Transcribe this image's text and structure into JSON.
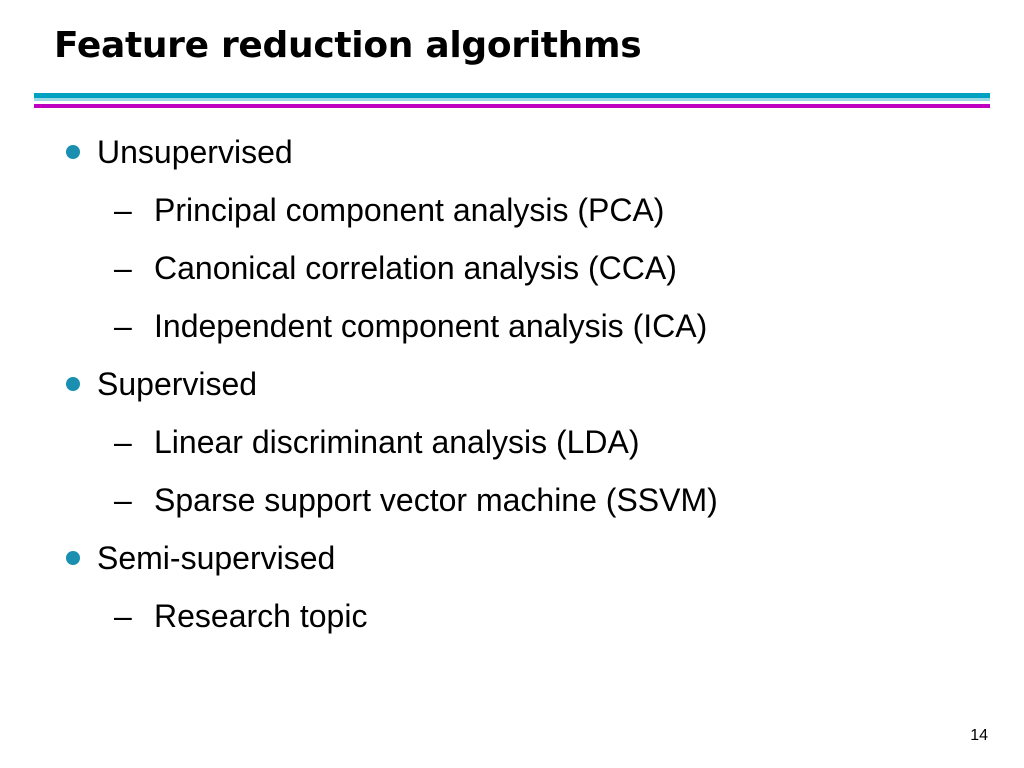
{
  "slide": {
    "title": "Feature reduction algorithms",
    "page_number": "14",
    "accent_colors": {
      "rule_teal": "#00a0c0",
      "rule_magenta": "#c000c0",
      "bullet": "#1a8fb0"
    }
  },
  "bullets": [
    {
      "label": "Unsupervised",
      "subitems": [
        "Principal component analysis (PCA)",
        "Canonical correlation analysis (CCA)",
        "Independent component analysis (ICA)"
      ]
    },
    {
      "label": "Supervised",
      "subitems": [
        "Linear discriminant analysis (LDA)",
        "Sparse support vector machine (SSVM)"
      ]
    },
    {
      "label": "Semi-supervised",
      "subitems": [
        "Research topic"
      ]
    }
  ],
  "sub_marker": "–"
}
